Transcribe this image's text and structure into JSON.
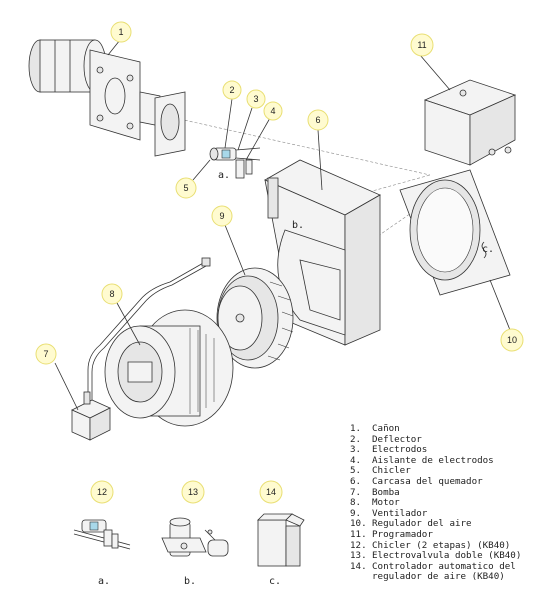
{
  "callouts": {
    "c1": "1",
    "c2": "2",
    "c3": "3",
    "c4": "4",
    "c5": "5",
    "c6": "6",
    "c7": "7",
    "c8": "8",
    "c9": "9",
    "c10": "10",
    "c11": "11",
    "c12": "12",
    "c13": "13",
    "c14": "14"
  },
  "sublabels": {
    "a_top": "a.",
    "b_top": "b.",
    "c_top": "c.",
    "a_bottom": "a.",
    "b_bottom": "b.",
    "c_bottom": "c."
  },
  "legend": [
    {
      "num": "1.",
      "text": "Cañon"
    },
    {
      "num": "2.",
      "text": "Deflector"
    },
    {
      "num": "3.",
      "text": "Electrodos"
    },
    {
      "num": "4.",
      "text": "Aislante de electrodos"
    },
    {
      "num": "5.",
      "text": "Chicler"
    },
    {
      "num": "6.",
      "text": "Carcasa del quemador"
    },
    {
      "num": "7.",
      "text": "Bomba"
    },
    {
      "num": "8.",
      "text": "Motor"
    },
    {
      "num": "9.",
      "text": "Ventilador"
    },
    {
      "num": "10.",
      "text": "Regulador del aire"
    },
    {
      "num": "11.",
      "text": "Programador"
    },
    {
      "num": "12.",
      "text": "Chicler (2 etapas) (KB40)"
    },
    {
      "num": "13.",
      "text": "Electrovalvula doble (KB40)"
    },
    {
      "num": "14.",
      "text": "Controlador automatico del\nregulador de aire (KB40)"
    }
  ]
}
